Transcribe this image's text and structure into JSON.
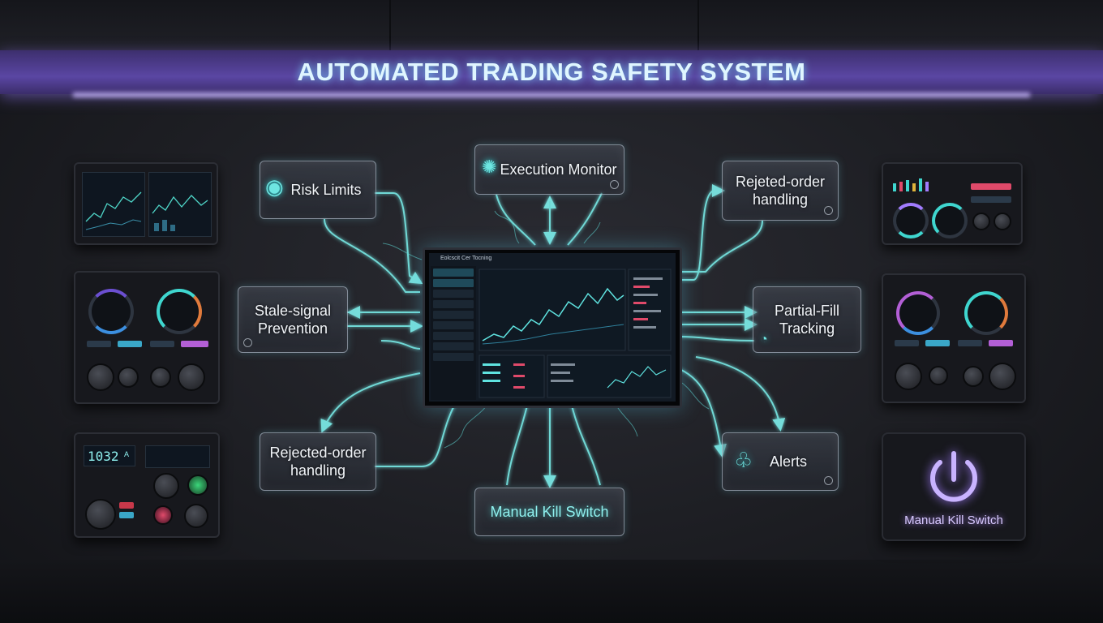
{
  "banner": {
    "title": "AUTOMATED TRADING SAFETY SYSTEM"
  },
  "nodes": {
    "execution_monitor": "Execution Monitor",
    "risk_limits": "Risk Limits",
    "stale_signal": "Stale-signal\nPrevention",
    "rejected_order_left": "Rejected-order\nhandling",
    "rejected_order_right": "Rejeted-order\nhandling",
    "partial_fill": "Partial-Fill\nTracking",
    "alerts": "Alerts",
    "kill_switch": "Manual Kill Switch"
  },
  "central_monitor": {
    "title": "Eolcscit Cer Tocning"
  },
  "kill_panel": {
    "label": "Manual Kill Switch"
  },
  "device_small_text": {
    "time_readout": "1032",
    "readout_letter": "A"
  },
  "colors": {
    "accent_cyan": "#5fe3e0",
    "accent_purple": "#a27cff",
    "banner": "#5a46a3"
  }
}
